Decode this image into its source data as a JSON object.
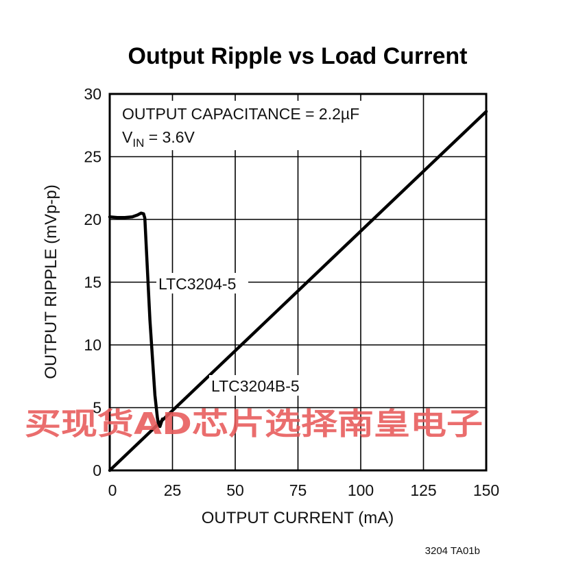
{
  "chart_data": {
    "type": "line",
    "title": "Output Ripple vs Load Current",
    "xlabel": "OUTPUT CURRENT (mA)",
    "ylabel": "OUTPUT RIPPLE (mVp-p)",
    "xlim": [
      0,
      150
    ],
    "ylim": [
      0,
      30
    ],
    "xticks": [
      0,
      25,
      50,
      75,
      100,
      125,
      150
    ],
    "yticks": [
      0,
      5,
      10,
      15,
      20,
      25,
      30
    ],
    "grid": true,
    "annotations": {
      "capacitance": "OUTPUT CAPACITANCE = 2.2µF",
      "vin_main": "V",
      "vin_sub": "IN",
      "vin_rest": " = 3.6V"
    },
    "series": [
      {
        "name": "LTC3204-5",
        "x": [
          0,
          3,
          6,
          9,
          11,
          12.5,
          13.5,
          14,
          16,
          18,
          19,
          19.5,
          20,
          21
        ],
        "y": [
          20.2,
          20.15,
          20.15,
          20.2,
          20.35,
          20.5,
          20.45,
          20.1,
          12,
          6,
          4.2,
          3.6,
          3.5,
          4.1
        ]
      },
      {
        "name": "LTC3204B-5",
        "x": [
          0,
          150
        ],
        "y": [
          0,
          28.6
        ]
      }
    ],
    "series_label_text": [
      "LTC3204-5",
      "LTC3204B-5"
    ]
  },
  "footer": {
    "code": "3204 TA01b"
  },
  "watermark": {
    "text": "买现货AD芯片选择南皇电子",
    "color": "#e85a5a"
  }
}
